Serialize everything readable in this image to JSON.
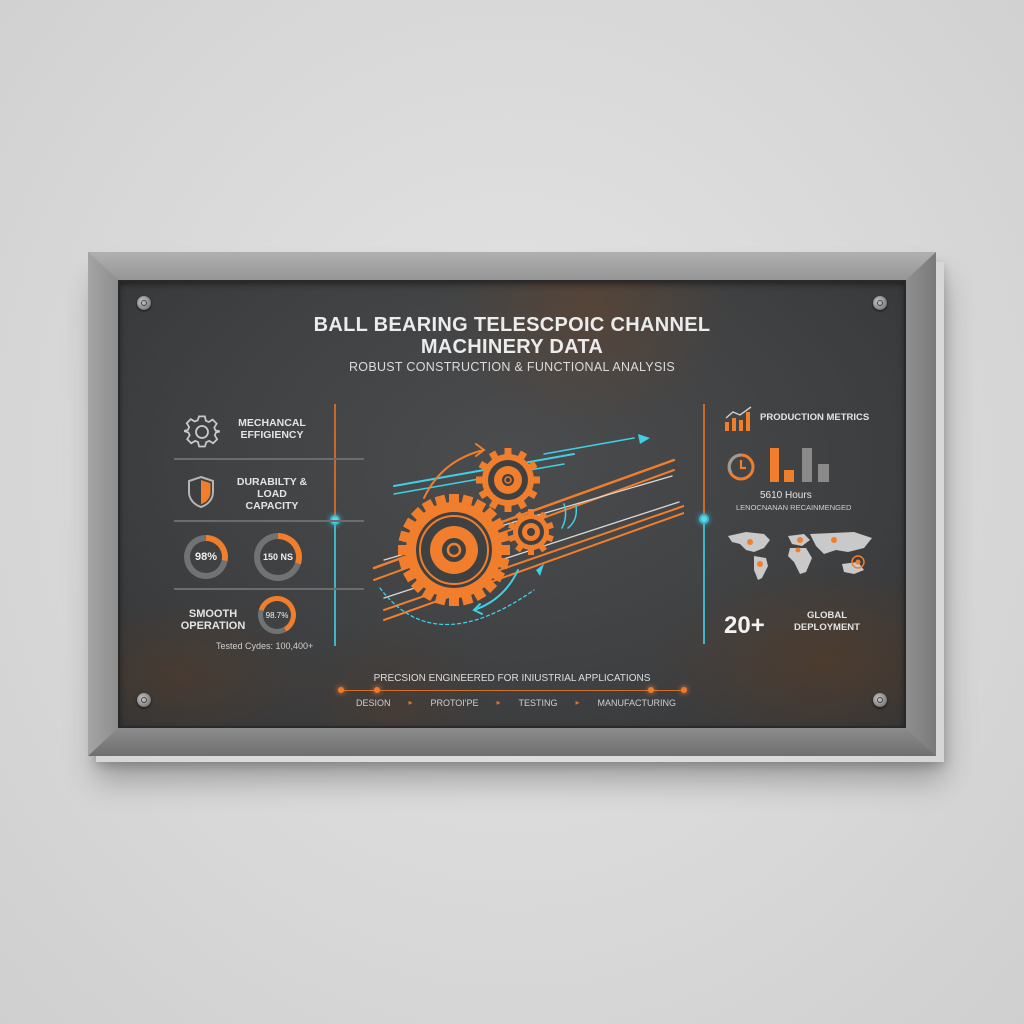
{
  "header": {
    "title_line1": "BALL BEARING TELESCPOIC CHANNEL",
    "title_line2": "MACHINERY DATA",
    "subtitle": "ROBUST CONSTRUCTION & FUNCTIONAL ANALYSIS"
  },
  "left_panel": {
    "features": [
      {
        "icon": "gear-icon",
        "label_line1": "MECHANCAL",
        "label_line2": "EFFIGIENCY"
      },
      {
        "icon": "shield-icon",
        "label_line1": "DURABILTY &",
        "label_line2": "LOAD CAPACITY"
      }
    ],
    "gauges": [
      {
        "value": "98%",
        "percent": 28
      },
      {
        "value": "150 NS",
        "percent": 30
      },
      {
        "value": "98.7%",
        "percent": 62
      }
    ],
    "smooth_operation": {
      "label_line1": "SMOOTH",
      "label_line2": "OPERATION"
    },
    "tested_cycles": "Tested Cydes: 100,400+"
  },
  "right_panel": {
    "production_metrics_label": "PRODUCTION METRICS",
    "hours": "5610 Hours",
    "hours_caption": "LENOCNANAN RECAINMENGED",
    "bars": [
      {
        "height": 34,
        "color": "#f07e2c"
      },
      {
        "height": 12,
        "color": "#f07e2c"
      },
      {
        "height": 34,
        "color": "#8a8a8a"
      },
      {
        "height": 18,
        "color": "#8a8a8a"
      }
    ],
    "deployment_count": "20+",
    "deployment_label_line1": "GLOBAL",
    "deployment_label_line2": "DEPLOYMENT"
  },
  "footer": {
    "tagline": "PRECSION ENGINEERED FOR INIUSTRIAL APPLICATIONS",
    "steps": [
      "DESION",
      "PROTOI'PE",
      "TESTING",
      "MANUFACTURING"
    ]
  },
  "colors": {
    "accent_orange": "#f07e2c",
    "accent_cyan": "#3fb6c8",
    "panel_bg": "#3e4042",
    "frame": "#8d8d8d",
    "text": "#ececec"
  }
}
